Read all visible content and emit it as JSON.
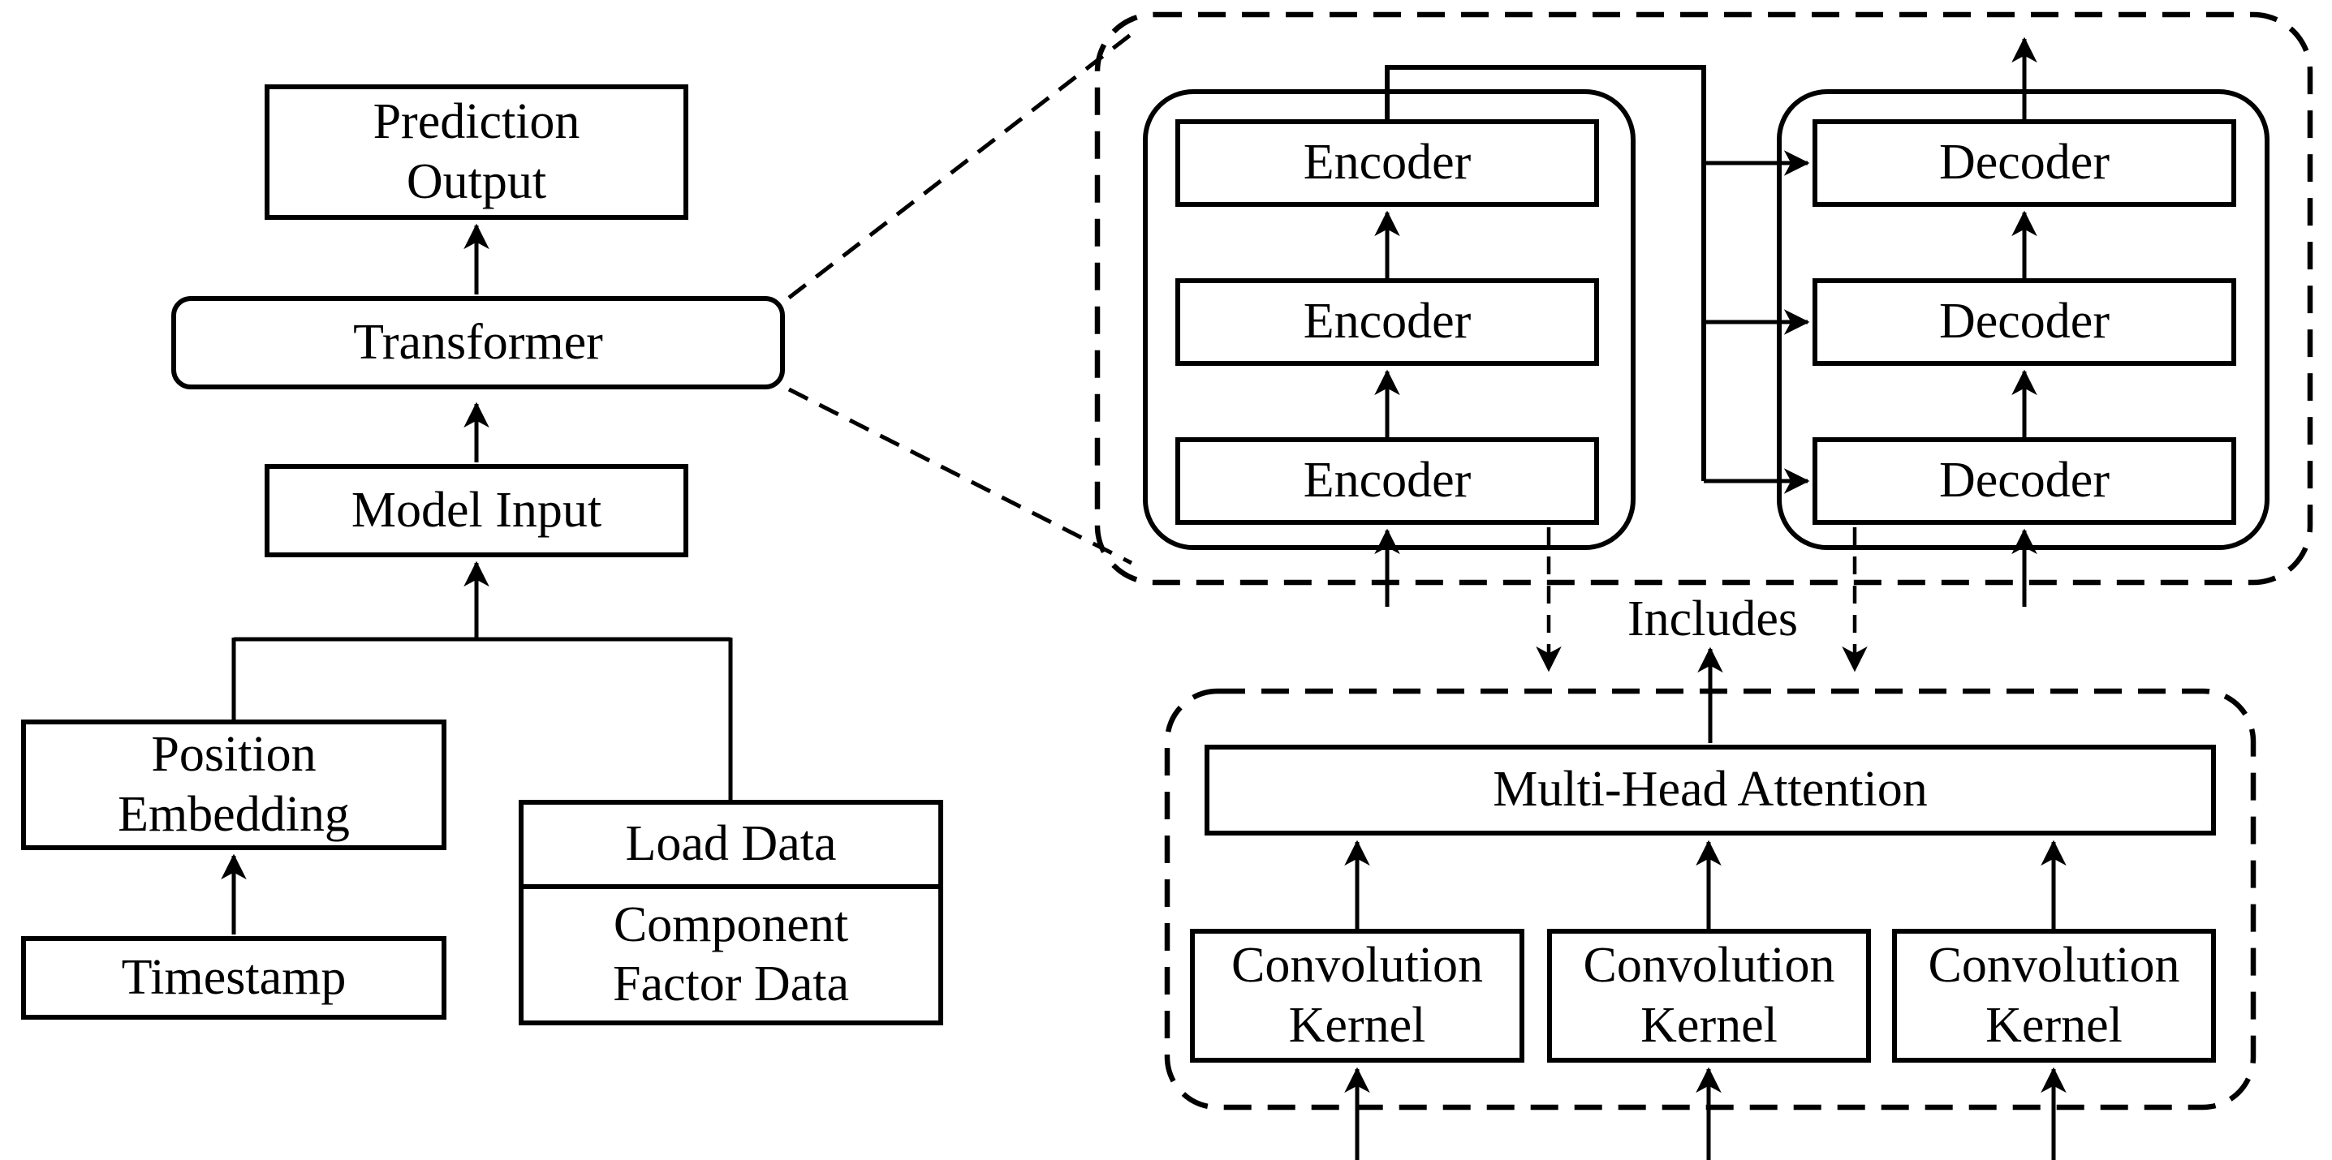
{
  "colors": {
    "ink": "#000000",
    "background": "#ffffff"
  },
  "main_flow": {
    "prediction_output": {
      "label": [
        "Prediction",
        "Output"
      ]
    },
    "transformer": {
      "label": [
        "Transformer"
      ]
    },
    "model_input": {
      "label": [
        "Model Input"
      ]
    },
    "position_embedding": {
      "label": [
        "Position",
        "Embedding"
      ]
    },
    "timestamp": {
      "label": [
        "Timestamp"
      ]
    },
    "data_source": {
      "load_data": {
        "label": [
          "Load Data"
        ]
      },
      "component_factor_data": {
        "label": [
          "Component",
          "Factor Data"
        ]
      }
    }
  },
  "transformer_detail": {
    "encoder_stack": {
      "items": [
        {
          "label": [
            "Encoder"
          ]
        },
        {
          "label": [
            "Encoder"
          ]
        },
        {
          "label": [
            "Encoder"
          ]
        }
      ]
    },
    "decoder_stack": {
      "items": [
        {
          "label": [
            "Decoder"
          ]
        },
        {
          "label": [
            "Decoder"
          ]
        },
        {
          "label": [
            "Decoder"
          ]
        }
      ]
    }
  },
  "includes_label": "Includes",
  "attention_detail": {
    "multi_head_attention": {
      "label": [
        "Multi-Head Attention"
      ]
    },
    "convolution_kernels": [
      {
        "label": [
          "Convolution",
          "Kernel"
        ]
      },
      {
        "label": [
          "Convolution",
          "Kernel"
        ]
      },
      {
        "label": [
          "Convolution",
          "Kernel"
        ]
      }
    ]
  }
}
